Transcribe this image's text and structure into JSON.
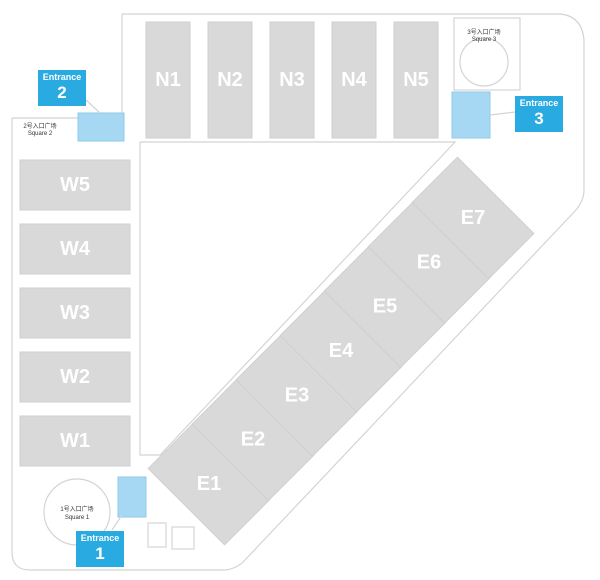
{
  "colors": {
    "hall_fill": "#d9d9d9",
    "hall_label": "#ffffff",
    "outline": "#d4d4d4",
    "entrance_zone": "#a7d8f3",
    "badge": "#29abe2"
  },
  "halls": {
    "north": [
      "N1",
      "N2",
      "N3",
      "N4",
      "N5"
    ],
    "west": [
      "W5",
      "W4",
      "W3",
      "W2",
      "W1"
    ],
    "east": [
      "E1",
      "E2",
      "E3",
      "E4",
      "E5",
      "E6",
      "E7"
    ]
  },
  "squares": {
    "square_1": {
      "cn": "1号入口广场",
      "en": "Square 1"
    },
    "square_2": {
      "cn": "2号入口广场",
      "en": "Square 2"
    },
    "square_3": {
      "cn": "3号入口广场",
      "en": "Square 3"
    }
  },
  "entrances": {
    "entrance_1": {
      "word": "Entrance",
      "number": "1"
    },
    "entrance_2": {
      "word": "Entrance",
      "number": "2"
    },
    "entrance_3": {
      "word": "Entrance",
      "number": "3"
    }
  }
}
